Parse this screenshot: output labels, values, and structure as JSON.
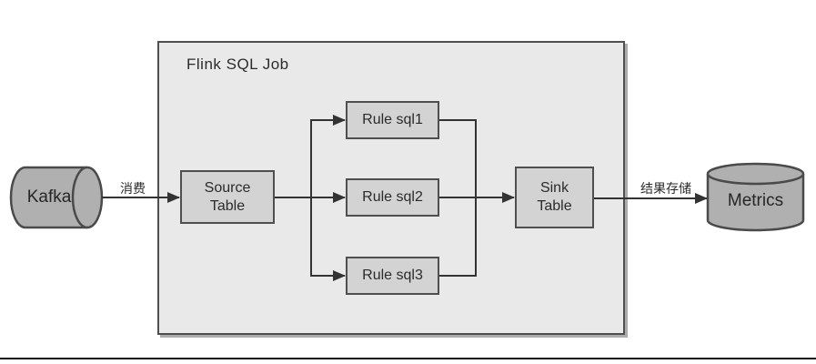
{
  "diagram": {
    "title": "Flink SQL Job",
    "nodes": {
      "kafka": {
        "label": "Kafka"
      },
      "source_table": {
        "line1": "Source",
        "line2": "Table"
      },
      "rule_sql1": {
        "label": "Rule sql1"
      },
      "rule_sql2": {
        "label": "Rule sql2"
      },
      "rule_sql3": {
        "label": "Rule sql3"
      },
      "sink_table": {
        "line1": "Sink",
        "line2": "Table"
      },
      "metrics": {
        "label": "Metrics"
      }
    },
    "edge_labels": {
      "consume": "消费",
      "store": "结果存储"
    },
    "colors": {
      "background": "#ffffff",
      "container_fill": "#e9e9e9",
      "container_border": "#4f4f4f",
      "container_shadow": "#adadad",
      "node_fill": "#d3d3d3",
      "node_border": "#4f4f4f",
      "cylinder_fill": "#b0b0b0",
      "cylinder_border": "#4a4a4a",
      "connector": "#333333",
      "bottom_rule": "#111111"
    }
  }
}
